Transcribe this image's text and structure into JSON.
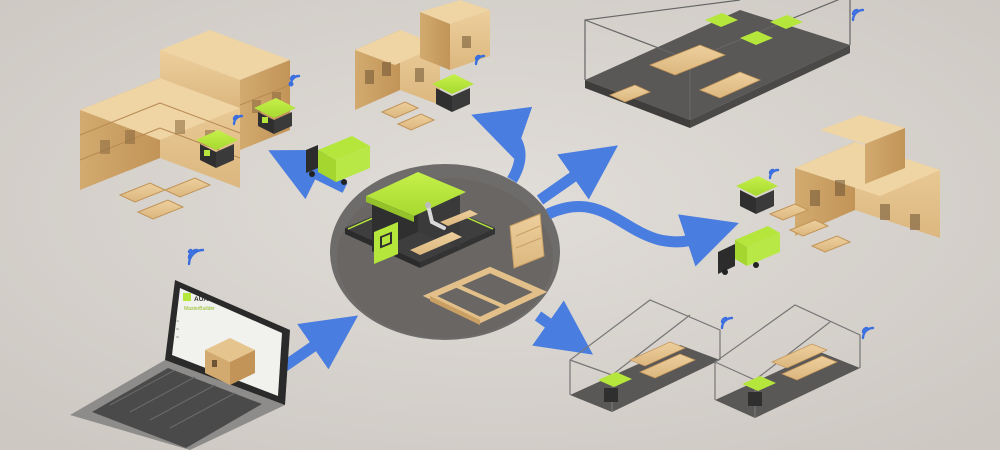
{
  "laptop_app": {
    "brand": "AUAR",
    "product": "MasterBuilder",
    "colors": {
      "lime": "#b5e63c",
      "dark": "#2e2e2e"
    }
  },
  "scene": {
    "colors": {
      "background": "#d6d2cd",
      "wood": "#e3c08a",
      "wood_dark": "#c99f63",
      "arrow": "#4a7de0",
      "hub_disc": "#6e6c6a",
      "signal": "#3b6fe0"
    },
    "icons": [
      "wifi-signal-icon"
    ],
    "nodes": [
      "apartment-block",
      "townhouse-cluster",
      "factory-warehouse-top",
      "central-microfactory",
      "terraced-houses",
      "laptop-design-app",
      "warehouse-bottom-left",
      "warehouse-bottom-right",
      "delivery-truck-top",
      "delivery-truck-right"
    ]
  }
}
